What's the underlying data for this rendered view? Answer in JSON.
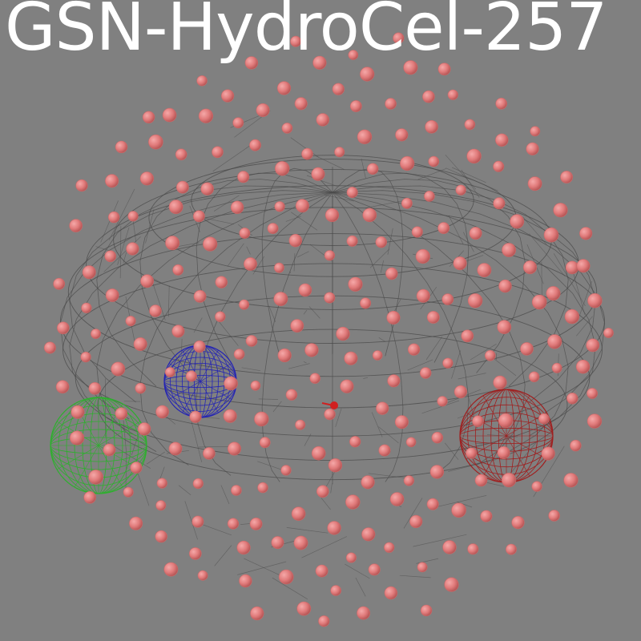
{
  "title": "GSN-HydroCel-257",
  "colors": {
    "background": "#808080",
    "title": "#ffffff",
    "head_mesh": "#4a4a4a",
    "electrode": "#e07a7a",
    "fiducial_left": "#2db02d",
    "fiducial_nasion": "#2323b4",
    "fiducial_right": "#a01e1e",
    "origin_marker": "#d02020"
  },
  "montage": {
    "name": "GSN-HydroCel-257",
    "electrode_count": 257,
    "fiducials": [
      "left",
      "nasion",
      "right"
    ]
  }
}
